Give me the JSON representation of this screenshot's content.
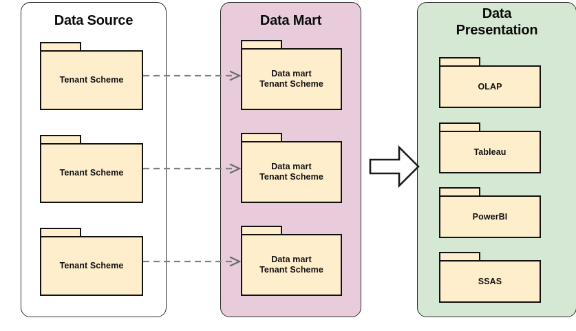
{
  "diagram": {
    "type": "flow-architecture",
    "background": "#ffffff",
    "colors": {
      "panel_source_fill": "#ffffff",
      "panel_mart_fill": "#e8ccdb",
      "panel_presentation_fill": "#d5e8d4",
      "folder_fill": "#ffeecc",
      "stroke": "#111111",
      "connector": "#808080"
    }
  },
  "panels": [
    {
      "id": "data-source",
      "title": "Data Source",
      "nodes": [
        {
          "id": "source-1",
          "label": "Tenant Scheme",
          "shape": "folder"
        },
        {
          "id": "source-2",
          "label": "Tenant Scheme",
          "shape": "folder"
        },
        {
          "id": "source-3",
          "label": "Tenant Scheme",
          "shape": "folder"
        }
      ]
    },
    {
      "id": "data-mart",
      "title": "Data Mart",
      "nodes": [
        {
          "id": "mart-1",
          "label": "Data mart\nTenant Scheme",
          "shape": "folder"
        },
        {
          "id": "mart-2",
          "label": "Data mart\nTenant Scheme",
          "shape": "folder"
        },
        {
          "id": "mart-3",
          "label": "Data mart\nTenant Scheme",
          "shape": "folder"
        }
      ]
    },
    {
      "id": "data-presentation",
      "title": "Data\nPresentation",
      "nodes": [
        {
          "id": "present-1",
          "label": "OLAP",
          "shape": "folder"
        },
        {
          "id": "present-2",
          "label": "Tableau",
          "shape": "folder"
        },
        {
          "id": "present-3",
          "label": "PowerBI",
          "shape": "folder"
        },
        {
          "id": "present-4",
          "label": "SSAS",
          "shape": "folder"
        }
      ]
    }
  ],
  "connectors": [
    {
      "id": "c1",
      "from": "source-1",
      "to": "mart-1",
      "style": "dashed",
      "arrow": "open"
    },
    {
      "id": "c2",
      "from": "source-2",
      "to": "mart-2",
      "style": "dashed",
      "arrow": "open"
    },
    {
      "id": "c3",
      "from": "source-3",
      "to": "mart-3",
      "style": "dashed",
      "arrow": "open"
    },
    {
      "id": "c4",
      "from": "data-mart",
      "to": "data-presentation",
      "style": "block-arrow",
      "arrow": "right"
    }
  ]
}
